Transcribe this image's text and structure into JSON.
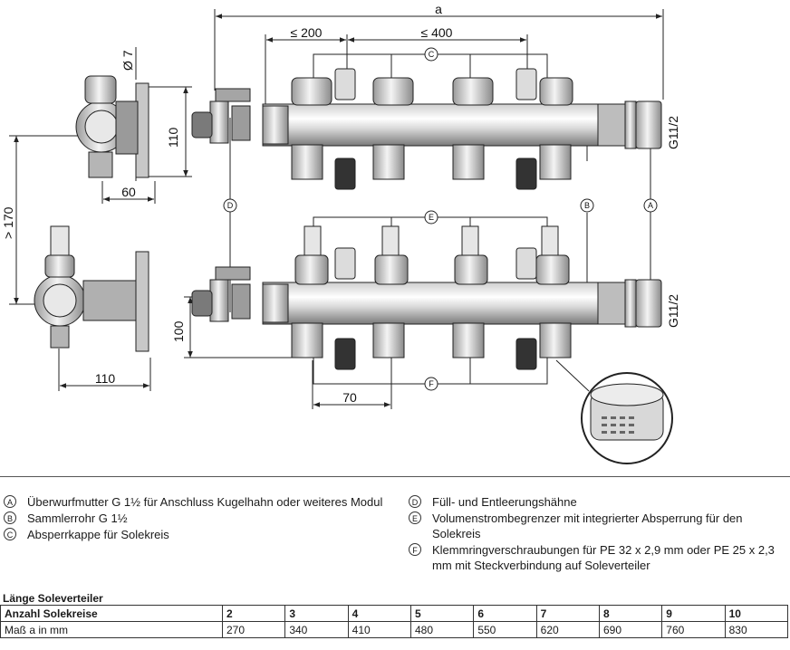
{
  "drawing": {
    "dim_a": "a",
    "dim_200": "≤ 200",
    "dim_400": "≤ 400",
    "dim_7": "Ø 7",
    "dim_110_top": "110",
    "dim_60": "60",
    "dim_170": "> 170",
    "dim_100": "100",
    "dim_110_bottom": "110",
    "dim_70": "70",
    "thread_top": "G11/2",
    "thread_bottom": "G11/2",
    "callouts": {
      "A": "A",
      "B": "B",
      "C": "C",
      "D": "D",
      "E": "E",
      "F": "F"
    }
  },
  "legend_left": [
    {
      "mark": "A",
      "text": "Überwurfmutter G 1½ für Anschluss Kugelhahn oder weiteres Modul"
    },
    {
      "mark": "B",
      "text": "Sammlerrohr G 1½"
    },
    {
      "mark": "C",
      "text": "Absperrkappe für Solekreis"
    }
  ],
  "legend_right": [
    {
      "mark": "D",
      "text": "Füll- und Entleerungshähne"
    },
    {
      "mark": "E",
      "text": "Volumenstrombegrenzer mit integrierter Absperrung für den Solekreis"
    },
    {
      "mark": "F",
      "text": "Klemmringverschraubungen für PE 32 x 2,9 mm oder PE 25 x 2,3 mm mit Steckverbindung auf Soleverteiler"
    }
  ],
  "table": {
    "title": "Länge Soleverteiler",
    "row1_label": "Anzahl Solekreise",
    "row1": [
      "2",
      "3",
      "4",
      "5",
      "6",
      "7",
      "8",
      "9",
      "10"
    ],
    "row2_label": "Maß a in mm",
    "row2": [
      "270",
      "340",
      "410",
      "480",
      "550",
      "620",
      "690",
      "760",
      "830"
    ]
  }
}
